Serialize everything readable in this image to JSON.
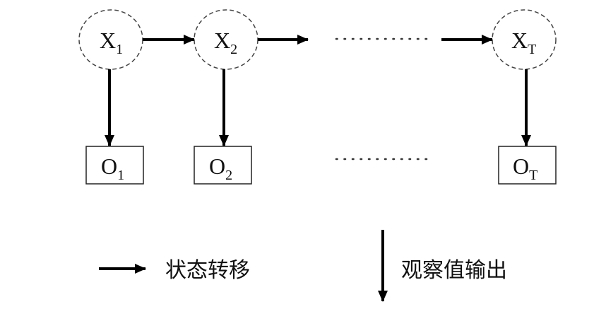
{
  "hidden_states": [
    {
      "label": "X",
      "sub": "1"
    },
    {
      "label": "X",
      "sub": "2"
    },
    {
      "label": "X",
      "sub": "T"
    }
  ],
  "observations": [
    {
      "label": "O",
      "sub": "1"
    },
    {
      "label": "O",
      "sub": "2"
    },
    {
      "label": "O",
      "sub": "T"
    }
  ],
  "legend": {
    "transition": "状态转移",
    "emission": "观察值输出"
  }
}
